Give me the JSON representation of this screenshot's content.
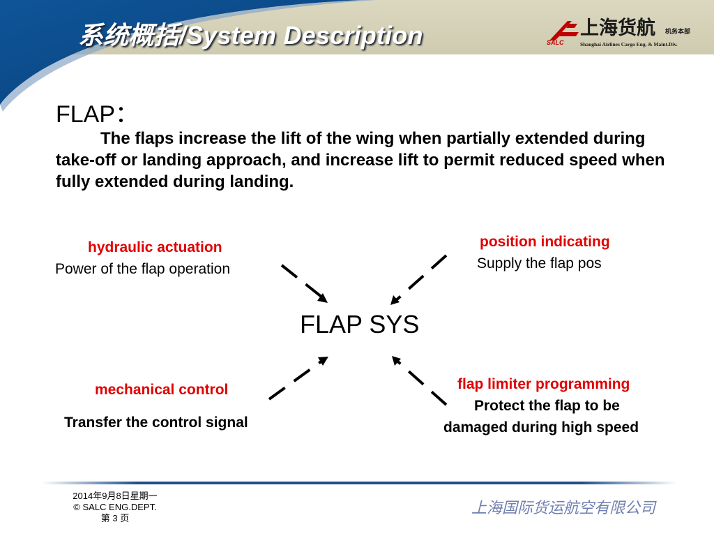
{
  "header": {
    "title": "系统概括/System Description",
    "colors": {
      "band": "#0b4a8a",
      "band_dark": "#063466",
      "bar": "#d4d0b6",
      "title_shadow": "#1b2230"
    }
  },
  "logo": {
    "name_cn": "上海货航",
    "division_cn": "机务本部",
    "name_en": "Shanghai Airlines Cargo Eng. & Maint.Div.",
    "abbr": "SALC",
    "colors": {
      "mark": "#c00000"
    }
  },
  "content": {
    "heading": "FLAP：",
    "description": "The flaps increase the lift of the wing when partially extended during take-off or landing approach, and increase lift to permit reduced speed when fully extended during landing."
  },
  "diagram": {
    "center": "FLAP SYS",
    "nodes": {
      "top_left": {
        "title": "hydraulic actuation",
        "desc": "Power of the flap operation"
      },
      "top_right": {
        "title": "position indicating",
        "desc": "Supply the flap pos"
      },
      "bottom_left": {
        "title": "mechanical control",
        "desc": "Transfer the control signal"
      },
      "bottom_right": {
        "title": "flap limiter programming",
        "desc_line1": "Protect the flap to be",
        "desc_line2": "damaged during high speed"
      }
    },
    "colors": {
      "title": "#e00000",
      "desc": "#000000",
      "arrow": "#000000"
    }
  },
  "footer": {
    "date": "2014年9月8日星期一",
    "copyright": "© SALC ENG.DEPT.",
    "page": "第 3 页",
    "company": "上海国际货运航空有限公司",
    "colors": {
      "company": "#6f7fb0",
      "line": "#1f4e8c"
    }
  }
}
